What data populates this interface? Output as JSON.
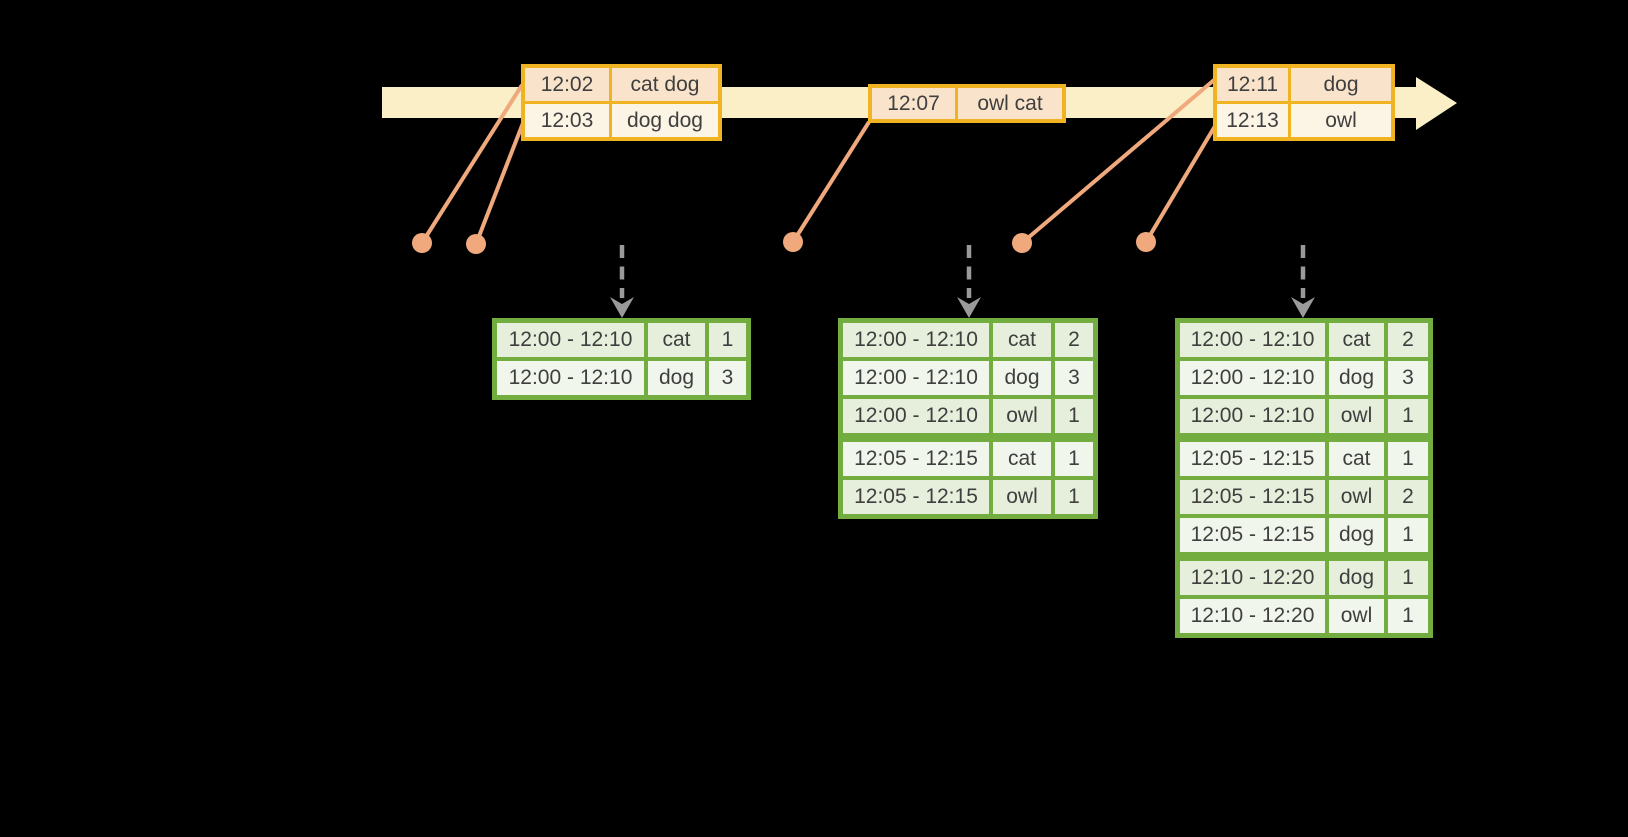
{
  "colors": {
    "background": "#000000",
    "band": "#FAEFC7",
    "gold": "#F0B321",
    "peach-cell": "#F9E4CB",
    "cream-cell": "#FCF4E5",
    "salmon": "#F0A97D",
    "green": "#73AD3F",
    "green-row-dark": "#E6EFDB",
    "green-row-light": "#F1F6EC",
    "gray": "#9A9A9A",
    "ink": "#3F3F3F"
  },
  "event_stream": {
    "boxes": [
      {
        "rows": [
          {
            "time": "12:02",
            "words": "cat dog"
          },
          {
            "time": "12:03",
            "words": "dog dog"
          }
        ]
      },
      {
        "rows": [
          {
            "time": "12:07",
            "words": "owl cat"
          }
        ]
      },
      {
        "rows": [
          {
            "time": "12:11",
            "words": "dog"
          },
          {
            "time": "12:13",
            "words": "owl"
          }
        ]
      }
    ]
  },
  "result_tables": [
    {
      "rows": [
        {
          "window": "12:00 - 12:10",
          "word": "cat",
          "count": "1"
        },
        {
          "window": "12:00 - 12:10",
          "word": "dog",
          "count": "3"
        }
      ]
    },
    {
      "rows": [
        {
          "window": "12:00 - 12:10",
          "word": "cat",
          "count": "2"
        },
        {
          "window": "12:00 - 12:10",
          "word": "dog",
          "count": "3"
        },
        {
          "window": "12:00 - 12:10",
          "word": "owl",
          "count": "1"
        },
        {
          "window": "12:05 - 12:15",
          "word": "cat",
          "count": "1"
        },
        {
          "window": "12:05 - 12:15",
          "word": "owl",
          "count": "1"
        }
      ]
    },
    {
      "rows": [
        {
          "window": "12:00 - 12:10",
          "word": "cat",
          "count": "2"
        },
        {
          "window": "12:00 - 12:10",
          "word": "dog",
          "count": "3"
        },
        {
          "window": "12:00 - 12:10",
          "word": "owl",
          "count": "1"
        },
        {
          "window": "12:05 - 12:15",
          "word": "cat",
          "count": "1"
        },
        {
          "window": "12:05 - 12:15",
          "word": "owl",
          "count": "2"
        },
        {
          "window": "12:05 - 12:15",
          "word": "dog",
          "count": "1"
        },
        {
          "window": "12:10 - 12:20",
          "word": "dog",
          "count": "1"
        },
        {
          "window": "12:10 - 12:20",
          "word": "owl",
          "count": "1"
        }
      ]
    }
  ]
}
